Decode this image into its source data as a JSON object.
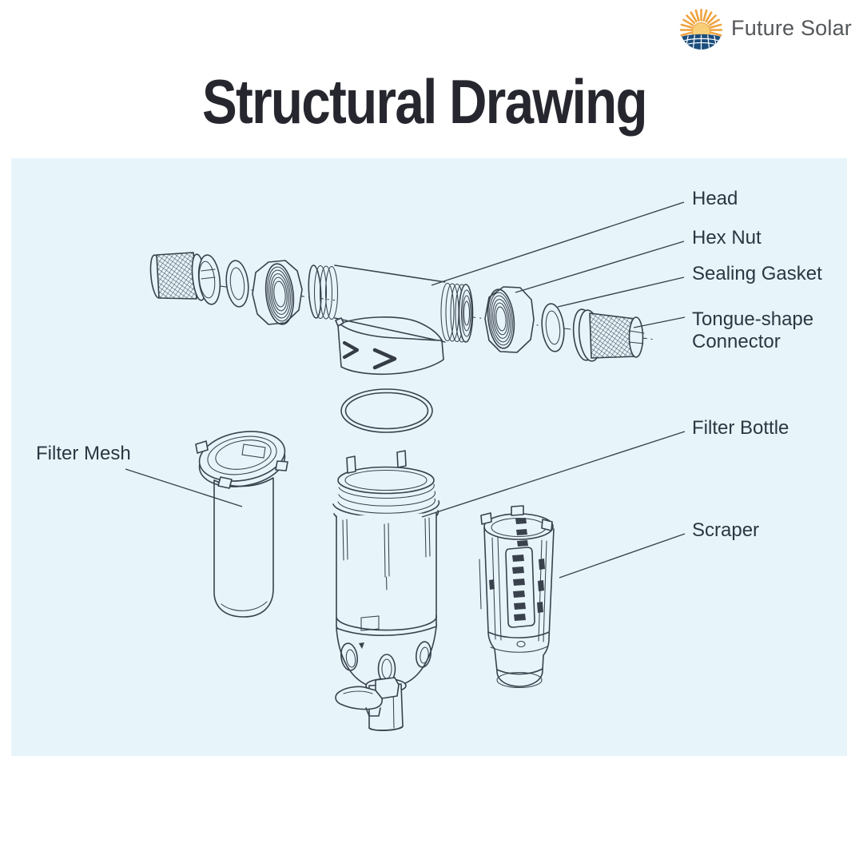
{
  "logo": {
    "brand": "Future Solar",
    "icon": "sun-over-solar-panels"
  },
  "title": "Structural Drawing",
  "diagram": {
    "type": "exploded-view-structural-drawing",
    "subject": "pre-filter water filter assembly",
    "labels": {
      "head": "Head",
      "hex_nut": "Hex Nut",
      "sealing_gasket": "Sealing Gasket",
      "tongue_connector_line1": "Tongue-shape",
      "tongue_connector_line2": "Connector",
      "filter_bottle": "Filter Bottle",
      "scraper": "Scraper",
      "filter_mesh": "Filter Mesh"
    },
    "colors": {
      "panel_background": "#e7f5fb",
      "drawing_ink": "#39424c",
      "label_text": "#2c3641",
      "title_text": "#26272e",
      "logo_ray_orange": "#f0a23c",
      "logo_sun_yellow": "#f8cf78",
      "logo_panel_blue": "#1c4e7c",
      "logo_brand_text": "#54575a",
      "page_background": "#ffffff"
    }
  }
}
